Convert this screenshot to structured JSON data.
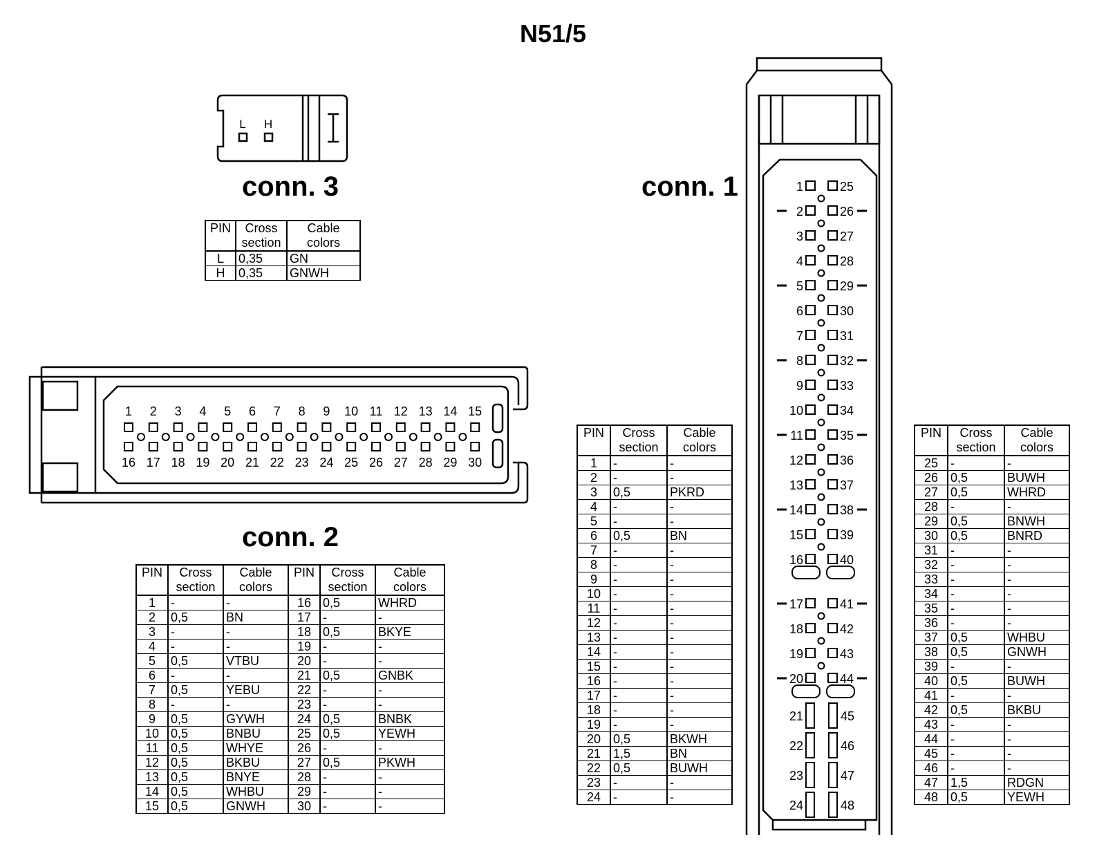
{
  "title": "N51/5",
  "headers": {
    "pin": "PIN",
    "cross": [
      "Cross",
      "section"
    ],
    "colors": [
      "Cable",
      "colors"
    ]
  },
  "conn3": {
    "label": "conn. 3",
    "pins_drawn": [
      "L",
      "H"
    ],
    "rows": [
      {
        "pin": "L",
        "cross": "0,35",
        "color": "GN"
      },
      {
        "pin": "H",
        "cross": "0,35",
        "color": "GNWH"
      }
    ]
  },
  "conn2": {
    "label": "conn. 2",
    "top_pins": [
      "1",
      "2",
      "3",
      "4",
      "5",
      "6",
      "7",
      "8",
      "9",
      "10",
      "11",
      "12",
      "13",
      "14",
      "15"
    ],
    "bottom_pins": [
      "16",
      "17",
      "18",
      "19",
      "20",
      "21",
      "22",
      "23",
      "24",
      "25",
      "26",
      "27",
      "28",
      "29",
      "30"
    ],
    "rows": [
      {
        "pin": "1",
        "cross": "-",
        "color": "-"
      },
      {
        "pin": "2",
        "cross": "0,5",
        "color": "BN"
      },
      {
        "pin": "3",
        "cross": "-",
        "color": "-"
      },
      {
        "pin": "4",
        "cross": "-",
        "color": "-"
      },
      {
        "pin": "5",
        "cross": "0,5",
        "color": "VTBU"
      },
      {
        "pin": "6",
        "cross": "-",
        "color": "-"
      },
      {
        "pin": "7",
        "cross": "0,5",
        "color": "YEBU"
      },
      {
        "pin": "8",
        "cross": "-",
        "color": "-"
      },
      {
        "pin": "9",
        "cross": "0,5",
        "color": "GYWH"
      },
      {
        "pin": "10",
        "cross": "0,5",
        "color": "BNBU"
      },
      {
        "pin": "11",
        "cross": "0,5",
        "color": "WHYE"
      },
      {
        "pin": "12",
        "cross": "0,5",
        "color": "BKBU"
      },
      {
        "pin": "13",
        "cross": "0,5",
        "color": "BNYE"
      },
      {
        "pin": "14",
        "cross": "0,5",
        "color": "WHBU"
      },
      {
        "pin": "15",
        "cross": "0,5",
        "color": "GNWH"
      },
      {
        "pin": "16",
        "cross": "0,5",
        "color": "WHRD"
      },
      {
        "pin": "17",
        "cross": "-",
        "color": "-"
      },
      {
        "pin": "18",
        "cross": "0,5",
        "color": "BKYE"
      },
      {
        "pin": "19",
        "cross": "-",
        "color": "-"
      },
      {
        "pin": "20",
        "cross": "-",
        "color": "-"
      },
      {
        "pin": "21",
        "cross": "0,5",
        "color": "GNBK"
      },
      {
        "pin": "22",
        "cross": "-",
        "color": "-"
      },
      {
        "pin": "23",
        "cross": "-",
        "color": "-"
      },
      {
        "pin": "24",
        "cross": "0,5",
        "color": "BNBK"
      },
      {
        "pin": "25",
        "cross": "0,5",
        "color": "YEWH"
      },
      {
        "pin": "26",
        "cross": "-",
        "color": "-"
      },
      {
        "pin": "27",
        "cross": "0,5",
        "color": "PKWH"
      },
      {
        "pin": "28",
        "cross": "-",
        "color": "-"
      },
      {
        "pin": "29",
        "cross": "-",
        "color": "-"
      },
      {
        "pin": "30",
        "cross": "-",
        "color": "-"
      }
    ]
  },
  "conn1": {
    "label": "conn. 1",
    "left_pins": [
      "1",
      "2",
      "3",
      "4",
      "5",
      "6",
      "7",
      "8",
      "9",
      "10",
      "11",
      "12",
      "13",
      "14",
      "15",
      "16",
      "17",
      "18",
      "19",
      "20",
      "21",
      "22",
      "23",
      "24"
    ],
    "right_pins": [
      "25",
      "26",
      "27",
      "28",
      "29",
      "30",
      "31",
      "32",
      "33",
      "34",
      "35",
      "36",
      "37",
      "38",
      "39",
      "40",
      "41",
      "42",
      "43",
      "44",
      "45",
      "46",
      "47",
      "48"
    ],
    "rows": [
      {
        "pin": "1",
        "cross": "-",
        "color": "-"
      },
      {
        "pin": "2",
        "cross": "-",
        "color": "-"
      },
      {
        "pin": "3",
        "cross": "0,5",
        "color": "PKRD"
      },
      {
        "pin": "4",
        "cross": "-",
        "color": "-"
      },
      {
        "pin": "5",
        "cross": "-",
        "color": "-"
      },
      {
        "pin": "6",
        "cross": "0,5",
        "color": "BN"
      },
      {
        "pin": "7",
        "cross": "-",
        "color": "-"
      },
      {
        "pin": "8",
        "cross": "-",
        "color": "-"
      },
      {
        "pin": "9",
        "cross": "-",
        "color": "-"
      },
      {
        "pin": "10",
        "cross": "-",
        "color": "-"
      },
      {
        "pin": "11",
        "cross": "-",
        "color": "-"
      },
      {
        "pin": "12",
        "cross": "-",
        "color": "-"
      },
      {
        "pin": "13",
        "cross": "-",
        "color": "-"
      },
      {
        "pin": "14",
        "cross": "-",
        "color": "-"
      },
      {
        "pin": "15",
        "cross": "-",
        "color": "-"
      },
      {
        "pin": "16",
        "cross": "-",
        "color": "-"
      },
      {
        "pin": "17",
        "cross": "-",
        "color": "-"
      },
      {
        "pin": "18",
        "cross": "-",
        "color": "-"
      },
      {
        "pin": "19",
        "cross": "-",
        "color": "-"
      },
      {
        "pin": "20",
        "cross": "0,5",
        "color": "BKWH"
      },
      {
        "pin": "21",
        "cross": "1,5",
        "color": "BN"
      },
      {
        "pin": "22",
        "cross": "0,5",
        "color": "BUWH"
      },
      {
        "pin": "23",
        "cross": "-",
        "color": "-"
      },
      {
        "pin": "24",
        "cross": "-",
        "color": "-"
      },
      {
        "pin": "25",
        "cross": "-",
        "color": "-"
      },
      {
        "pin": "26",
        "cross": "0,5",
        "color": "BUWH"
      },
      {
        "pin": "27",
        "cross": "0,5",
        "color": "WHRD"
      },
      {
        "pin": "28",
        "cross": "-",
        "color": "-"
      },
      {
        "pin": "29",
        "cross": "0,5",
        "color": "BNWH"
      },
      {
        "pin": "30",
        "cross": "0,5",
        "color": "BNRD"
      },
      {
        "pin": "31",
        "cross": "-",
        "color": "-"
      },
      {
        "pin": "32",
        "cross": "-",
        "color": "-"
      },
      {
        "pin": "33",
        "cross": "-",
        "color": "-"
      },
      {
        "pin": "34",
        "cross": "-",
        "color": "-"
      },
      {
        "pin": "35",
        "cross": "-",
        "color": "-"
      },
      {
        "pin": "36",
        "cross": "-",
        "color": "-"
      },
      {
        "pin": "37",
        "cross": "0,5",
        "color": "WHBU"
      },
      {
        "pin": "38",
        "cross": "0,5",
        "color": "GNWH"
      },
      {
        "pin": "39",
        "cross": "-",
        "color": "-"
      },
      {
        "pin": "40",
        "cross": "0,5",
        "color": "BUWH"
      },
      {
        "pin": "41",
        "cross": "-",
        "color": "-"
      },
      {
        "pin": "42",
        "cross": "0,5",
        "color": "BKBU"
      },
      {
        "pin": "43",
        "cross": "-",
        "color": "-"
      },
      {
        "pin": "44",
        "cross": "-",
        "color": "-"
      },
      {
        "pin": "45",
        "cross": "-",
        "color": "-"
      },
      {
        "pin": "46",
        "cross": "-",
        "color": "-"
      },
      {
        "pin": "47",
        "cross": "1,5",
        "color": "RDGN"
      },
      {
        "pin": "48",
        "cross": "0,5",
        "color": "YEWH"
      }
    ]
  }
}
